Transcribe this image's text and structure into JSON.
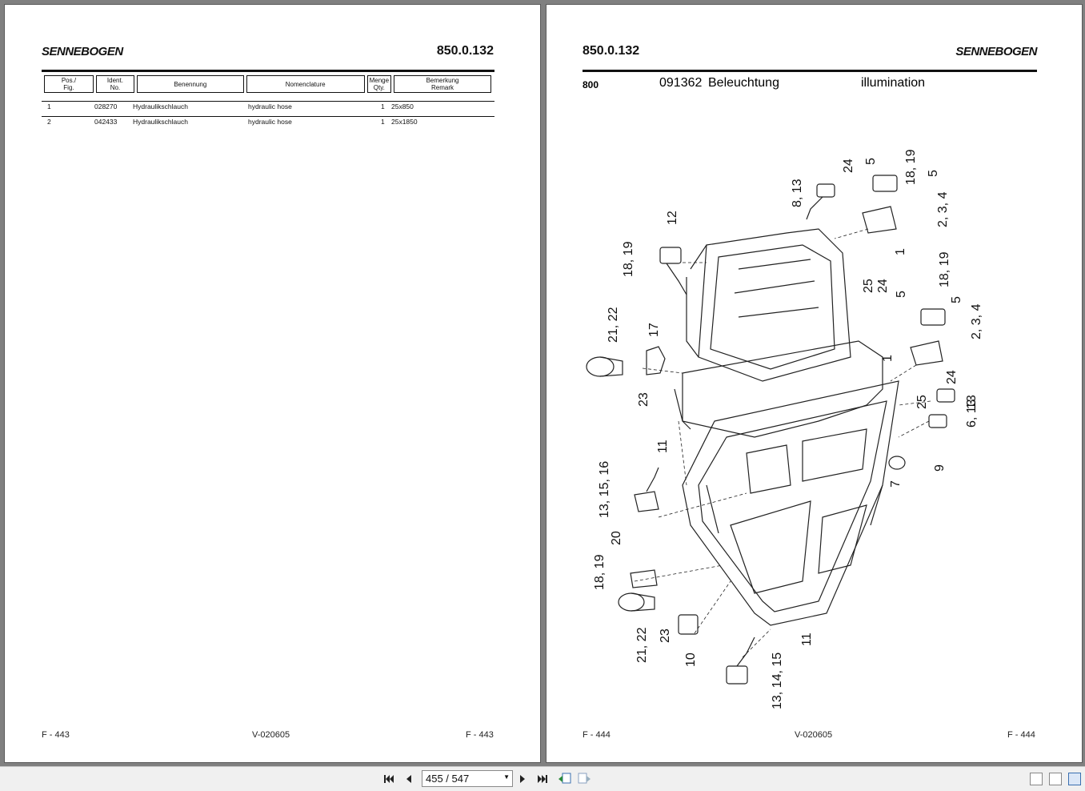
{
  "left_page": {
    "logo": "SENNEBOGEN",
    "doc_number": "850.0.132",
    "table": {
      "headers": [
        {
          "line1": "Pos./",
          "line2": "Fig."
        },
        {
          "line1": "Ident.",
          "line2": "No."
        },
        {
          "line1": "Benennung",
          "line2": ""
        },
        {
          "line1": "Nomenclature",
          "line2": ""
        },
        {
          "line1": "Menge",
          "line2": "Qty."
        },
        {
          "line1": "Bemerkung",
          "line2": "Remark"
        }
      ],
      "rows": [
        {
          "pos": "1",
          "ident": "028270",
          "benennung": "Hydraulikschlauch",
          "nomenclature": "hydraulic hose",
          "qty": "1",
          "remark": "25x850"
        },
        {
          "pos": "2",
          "ident": "042433",
          "benennung": "Hydraulikschlauch",
          "nomenclature": "hydraulic hose",
          "qty": "1",
          "remark": "25x1850"
        }
      ]
    },
    "footer": {
      "left": "F - 443",
      "center": "V-020605",
      "right": "F - 443"
    }
  },
  "right_page": {
    "logo": "SENNEBOGEN",
    "doc_number": "850.0.132",
    "section": {
      "number": "800",
      "ident": "091362",
      "title_de": "Beleuchtung",
      "title_en": "illumination"
    },
    "callouts": [
      "24",
      "5",
      "18, 19",
      "5",
      "8, 13",
      "2, 3, 4",
      "12",
      "1",
      "25",
      "24",
      "18, 19",
      "18, 19",
      "5",
      "2, 3, 4",
      "5",
      "17",
      "21, 22",
      "1",
      "24",
      "23",
      "25",
      "13",
      "6, 13",
      "11",
      "9",
      "7",
      "13, 15, 16",
      "20",
      "18, 19",
      "21, 22",
      "23",
      "10",
      "11",
      "13, 14, 15"
    ],
    "footer": {
      "left": "F - 444",
      "center": "V-020605",
      "right": "F - 444"
    }
  },
  "toolbar": {
    "page_indicator": "455 / 547",
    "icons": [
      "first-page-icon",
      "previous-page-icon",
      "next-page-icon",
      "last-page-icon",
      "previous-view-icon",
      "next-view-icon",
      "single-page-view-icon",
      "continuous-view-icon",
      "two-page-view-icon"
    ]
  }
}
